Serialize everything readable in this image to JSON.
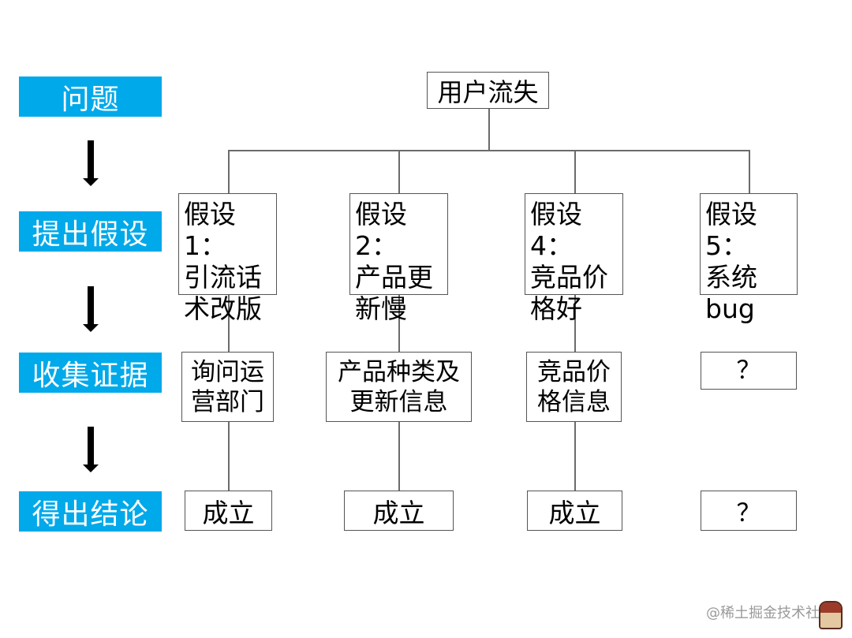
{
  "stages": [
    {
      "label": "问题"
    },
    {
      "label": "提出假设"
    },
    {
      "label": "收集证据"
    },
    {
      "label": "得出结论"
    }
  ],
  "root": {
    "label": "用户流失"
  },
  "hypotheses": [
    {
      "label": "假设1：\n引流话\n术改版",
      "evidence": "询问运\n营部门",
      "conclusion": "成立"
    },
    {
      "label": "假设2：\n产品更\n新慢",
      "evidence": "产品种类及\n更新信息",
      "conclusion": "成立"
    },
    {
      "label": "假设4：\n竞品价\n格好",
      "evidence": "竞品价\n格信息",
      "conclusion": "成立"
    },
    {
      "label": "假设5：\n系统\nbug",
      "evidence": "？",
      "conclusion": "？"
    }
  ],
  "watermark": "@稀土掘金技术社区",
  "colors": {
    "stage_bg": "#00a9ea",
    "stage_text": "#ffffff",
    "box_border": "#555555",
    "connector": "#6b6b6b"
  }
}
